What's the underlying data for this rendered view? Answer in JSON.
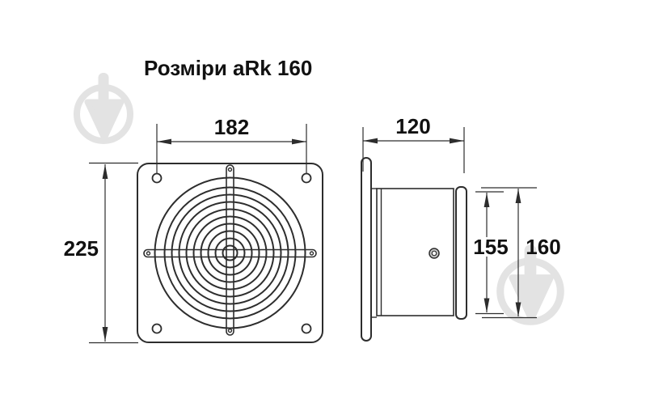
{
  "title": "Розміри aRk 160",
  "dimensions": {
    "plate_hole_spacing": "182",
    "plate_height": "225",
    "depth": "120",
    "duct_diameter": "155",
    "flange_diameter": "160"
  },
  "colors": {
    "line": "#2d2d2d",
    "text": "#111111",
    "watermark": "#e3e3e3",
    "background": "#ffffff"
  }
}
